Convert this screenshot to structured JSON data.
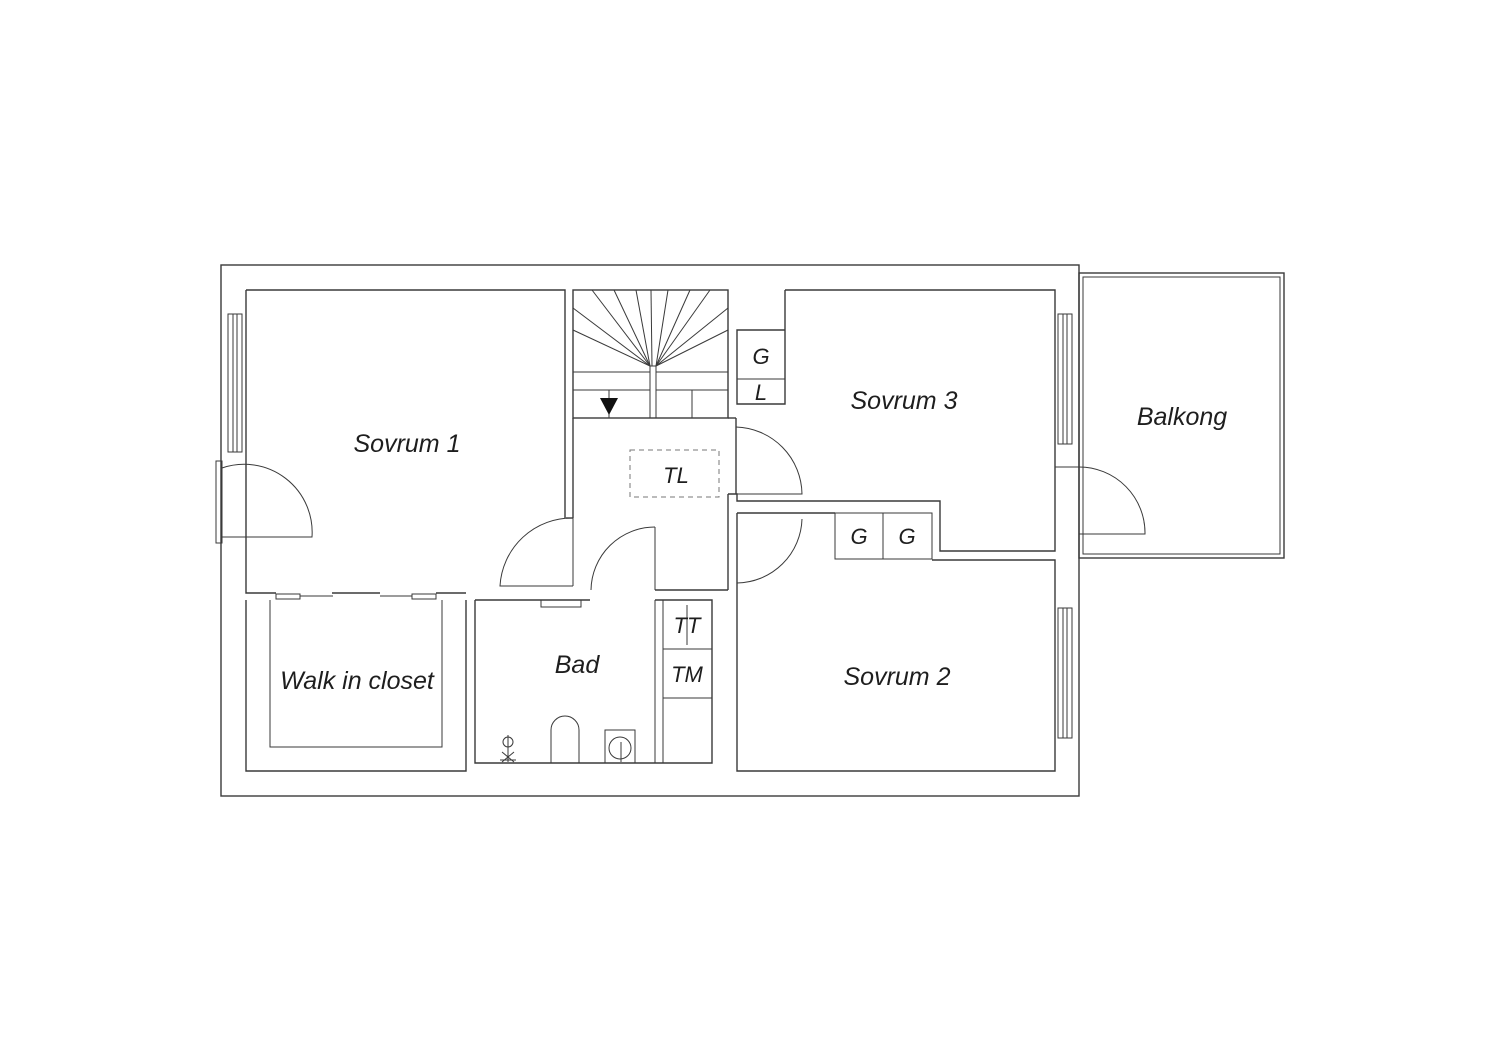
{
  "rooms": {
    "sovrum1": "Sovrum 1",
    "sovrum2": "Sovrum 2",
    "sovrum3": "Sovrum 3",
    "balkong": "Balkong",
    "walk_in_closet": "Walk in closet",
    "bad": "Bad"
  },
  "fixtures": {
    "tl": "TL",
    "g_closet_top": "G",
    "l_closet_top": "L",
    "g_closet_1": "G",
    "g_closet_2": "G",
    "tt": "TT",
    "tm": "TM"
  },
  "colors": {
    "line": "#3a3a3a",
    "text": "#1e1e1e",
    "background": "#ffffff"
  }
}
